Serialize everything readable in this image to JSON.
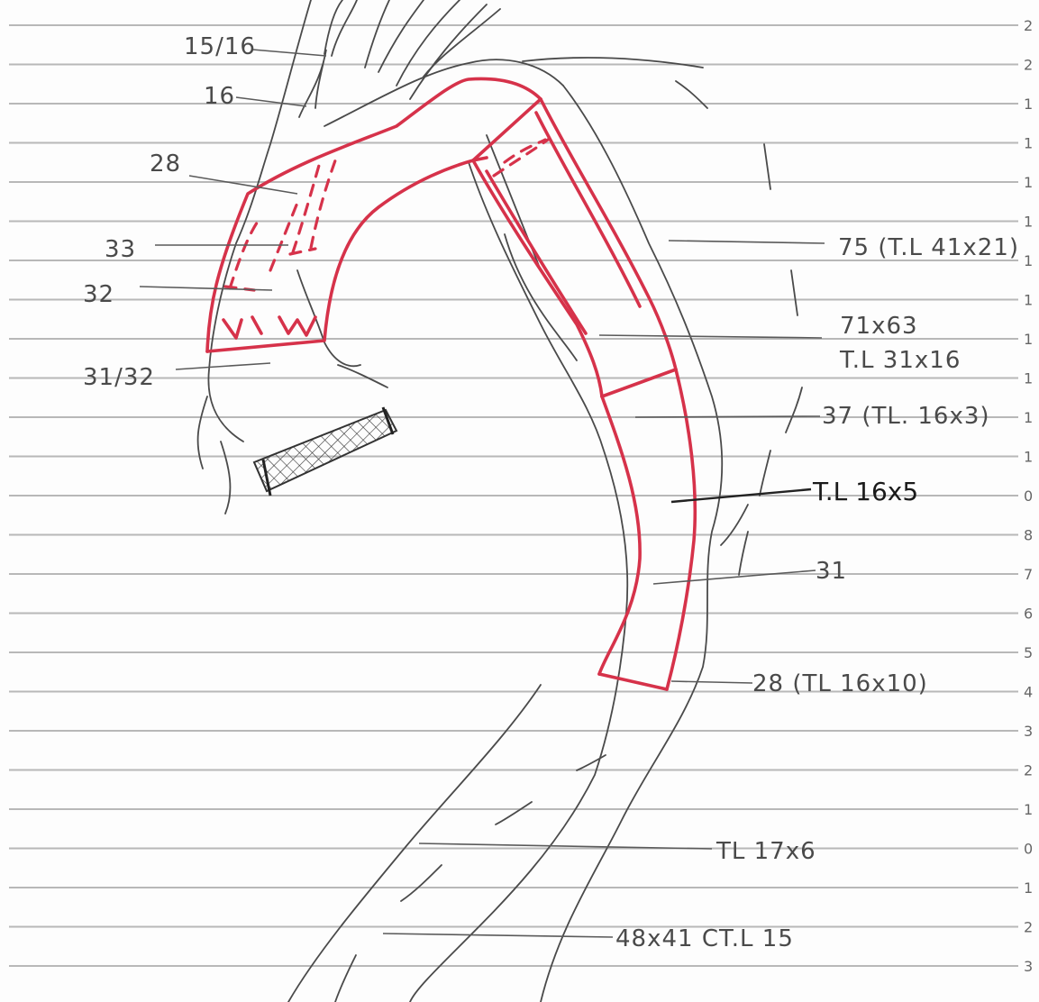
{
  "labels": {
    "l15_16": "15/16",
    "l16": "16",
    "l28_top": "28",
    "l33": "33",
    "l32": "32",
    "l31_32": "31/32",
    "l75": "75 (T.L 41x21)",
    "l71x63": "71x63",
    "l_tl31": "T.L 31x16",
    "l37": "37 (TL. 16x3)",
    "l_tl16x5": "T.L 16x5",
    "l31": "31",
    "l28_ctl": "28 (TL 16x10)",
    "l_tl17x6": "TL 17x6",
    "l48x41": "48x41 CT.L 15"
  },
  "edge_numbers": [
    "2",
    "2",
    "1",
    "1",
    "1",
    "1",
    "1",
    "1",
    "1",
    "1",
    "1",
    "1",
    "0",
    "8",
    "7",
    "6",
    "5",
    "4",
    "3",
    "2",
    "1",
    "0",
    "1",
    "2",
    "3"
  ],
  "colors": {
    "stent_outline": "#d6324a",
    "pencil": "#4a4a4a",
    "rule_lines": "#b8b8b8"
  }
}
